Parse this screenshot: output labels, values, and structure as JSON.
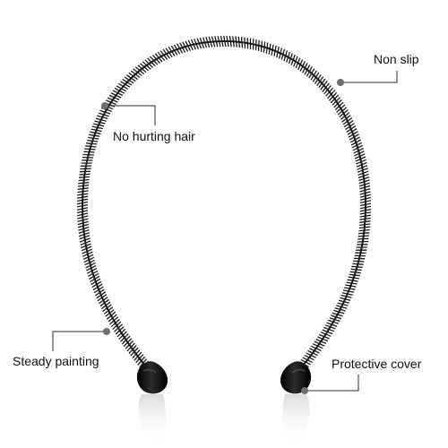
{
  "product": {
    "name": "spring-coil-headband",
    "coil_color": "#1a1a1a",
    "tip_color": "#0d0d0d",
    "marker_color": "#6e6e6e",
    "leader_line_color": "#2a2a2a"
  },
  "callouts": {
    "non_slip": "Non slip",
    "no_hurting_hair": "No hurting hair",
    "steady_painting": "Steady painting",
    "protective_cover": "Protective cover"
  }
}
